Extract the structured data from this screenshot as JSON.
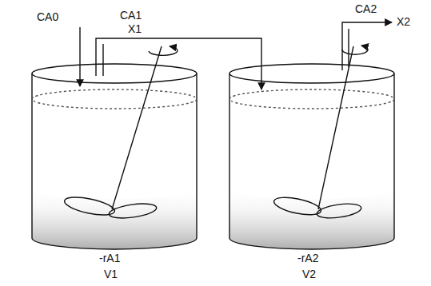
{
  "diagram": {
    "labels": [
      "CA0",
      "CA1",
      "X1",
      "CA2",
      "X2",
      "-rA1",
      "V1",
      "-rA2",
      "V2"
    ]
  }
}
